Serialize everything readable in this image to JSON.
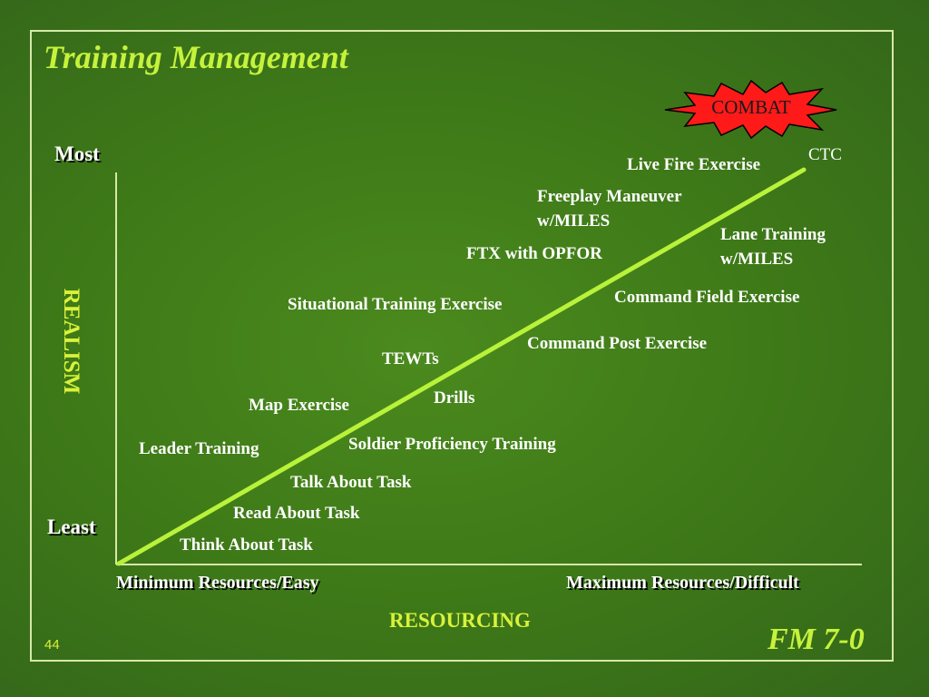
{
  "title": "Training Management",
  "burst": {
    "label": "COMBAT",
    "fill_color": "#ff1a1a",
    "stroke_color": "#000000"
  },
  "axes": {
    "y_title": "REALISM",
    "y_top": "Most",
    "y_bottom": "Least",
    "x_title": "RESOURCING",
    "x_left": "Minimum Resources/Easy",
    "x_right": "Maximum Resources/Difficult"
  },
  "items": {
    "ctc": "CTC",
    "live_fire": "Live Fire Exercise",
    "freeplay_1": "Freeplay Maneuver",
    "freeplay_2": "w/MILES",
    "lane_1": "Lane Training",
    "lane_2": "w/MILES",
    "ftx": "FTX with OPFOR",
    "cfx": "Command Field Exercise",
    "stx": "Situational Training Exercise",
    "cpx": "Command Post Exercise",
    "tewts": "TEWTs",
    "drills": "Drills",
    "map": "Map Exercise",
    "leader": "Leader Training",
    "soldier": "Soldier Proficiency Training",
    "talk": "Talk About Task",
    "read": "Read About Task",
    "think": "Think About Task"
  },
  "footer": {
    "page_number": "44",
    "reference": "FM 7-0"
  },
  "colors": {
    "accent": "#c6f23c",
    "line": "#b8f23a",
    "axis": "#d6e8a8",
    "background": "#3f7b18"
  }
}
